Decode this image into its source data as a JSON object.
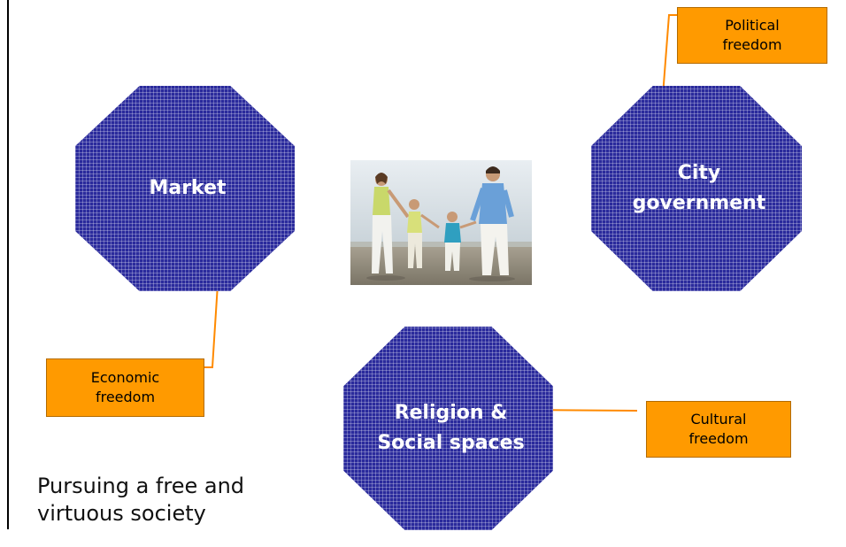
{
  "nodes": {
    "market": {
      "label": "Market"
    },
    "city": {
      "label": "City\ngovernment"
    },
    "religion": {
      "label": "Religion &\nSocial spaces"
    }
  },
  "tags": {
    "political": "Political\nfreedom",
    "economic": "Economic\nfreedom",
    "cultural": "Cultural\nfreedom"
  },
  "caption": "Pursuing a free and\nvirtuous society",
  "colors": {
    "octagon_fill": "#2a2a9c",
    "tag_fill": "#ff9a00",
    "connector": "#ff8a00"
  },
  "image": {
    "subject": "family-walking-on-beach"
  }
}
